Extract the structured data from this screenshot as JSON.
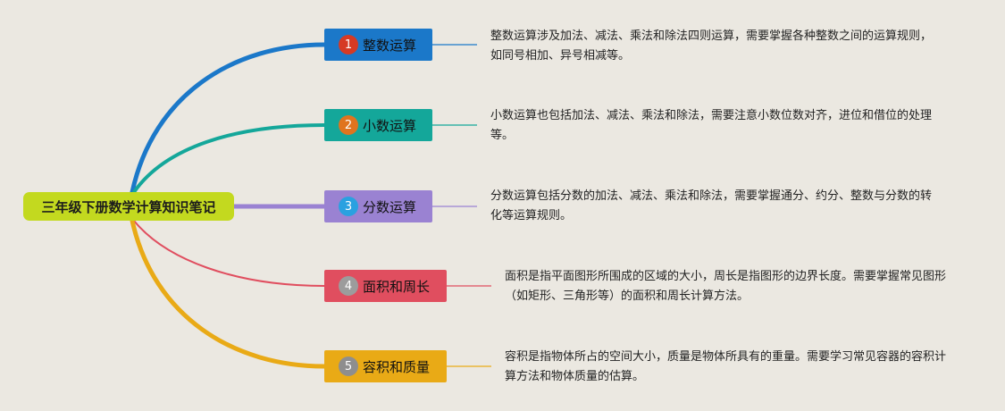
{
  "root": {
    "label": "三年级下册数学计算知识笔记"
  },
  "topics": [
    {
      "number": "1",
      "title": "整数运算",
      "description": "整数运算涉及加法、减法、乘法和除法四则运算，需要掌握各种整数之间的运算规则，如同号相加、异号相减等。",
      "colors": {
        "branch": "#1b78c9",
        "box": "#1b78c9",
        "badge": "#d63a24"
      }
    },
    {
      "number": "2",
      "title": "小数运算",
      "description": "小数运算也包括加法、减法、乘法和除法，需要注意小数位数对齐，进位和借位的处理等。",
      "colors": {
        "branch": "#14a79a",
        "box": "#14a79a",
        "badge": "#e0741f"
      }
    },
    {
      "number": "3",
      "title": "分数运算",
      "description": "分数运算包括分数的加法、减法、乘法和除法，需要掌握通分、约分、整数与分数的转化等运算规则。",
      "colors": {
        "branch": "#9a82d2",
        "box": "#9a82d2",
        "badge": "#2aa1e0"
      }
    },
    {
      "number": "4",
      "title": "面积和周长",
      "description": "面积是指平面图形所围成的区域的大小，周长是指图形的边界长度。需要掌握常见图形（如矩形、三角形等）的面积和周长计算方法。",
      "colors": {
        "branch": "#e04e5f",
        "box": "#e04e5f",
        "badge": "#9c9c9c"
      }
    },
    {
      "number": "5",
      "title": "容积和质量",
      "description": "容积是指物体所占的空间大小，质量是物体所具有的重量。需要学习常见容器的容积计算方法和物体质量的估算。",
      "colors": {
        "branch": "#e9aa16",
        "box": "#e9aa16",
        "badge": "#8e8e8e"
      }
    }
  ]
}
